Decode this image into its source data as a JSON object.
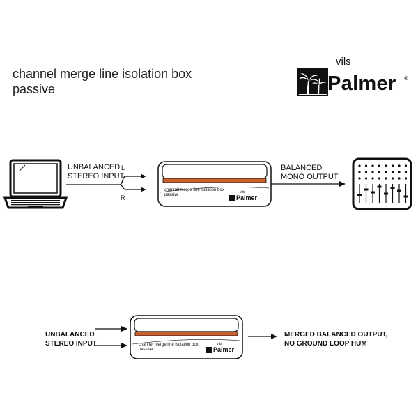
{
  "header": {
    "title_line1": "channel merge line isolation box",
    "title_line2": "passive"
  },
  "brand": {
    "vils": "vils",
    "name": "Palmer",
    "reg": "®",
    "icon": "palm-tree-icon"
  },
  "top_diagram": {
    "input_label_line1": "UNBALANCED",
    "input_label_line2": "STEREO INPUT",
    "left_channel": "L",
    "right_channel": "R",
    "output_label_line1": "BALANCED",
    "output_label_line2": "MONO OUTPUT",
    "device_text_line1": "channel merge line isolation box",
    "device_text_line2": "passive",
    "device_brand_small": "vils",
    "device_brand": "Palmer",
    "source_icon": "laptop-icon",
    "destination_icon": "mixer-icon"
  },
  "bottom_diagram": {
    "input_label_line1": "UNBALANCED",
    "input_label_line2": "STEREO INPUT",
    "output_label_line1": "MERGED BALANCED OUTPUT,",
    "output_label_line2": "NO GROUND LOOP HUM",
    "device_text_line1": "channel merge line isolation box",
    "device_text_line2": "passive",
    "device_brand_small": "vils",
    "device_brand": "Palmer"
  },
  "colors": {
    "accent_stripe": "#c8612e",
    "ink": "#111111"
  }
}
